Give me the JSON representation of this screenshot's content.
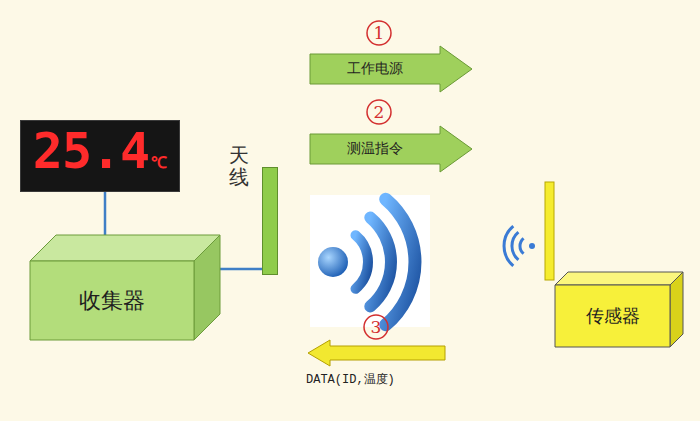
{
  "diagram": {
    "nodes": [
      {
        "text": [
          "25.4",
          "℃"
        ]
      },
      {
        "text": [
          "1"
        ]
      },
      {
        "text": [
          "工作电源"
        ]
      },
      {
        "text": [
          "2"
        ]
      },
      {
        "text": [
          "测温指令"
        ]
      },
      {
        "text": [
          "天线"
        ]
      },
      {
        "text": [
          "收集器"
        ]
      },
      {
        "text": [
          "3"
        ]
      },
      {
        "text": [
          "传感器"
        ]
      }
    ],
    "edges": [
      {
        "from": 0,
        "to": 6,
        "arrow": "none"
      },
      {
        "from": 6,
        "to": 5,
        "arrow": "none"
      }
    ],
    "labels": [
      "DATA(ID,温度)"
    ]
  }
}
